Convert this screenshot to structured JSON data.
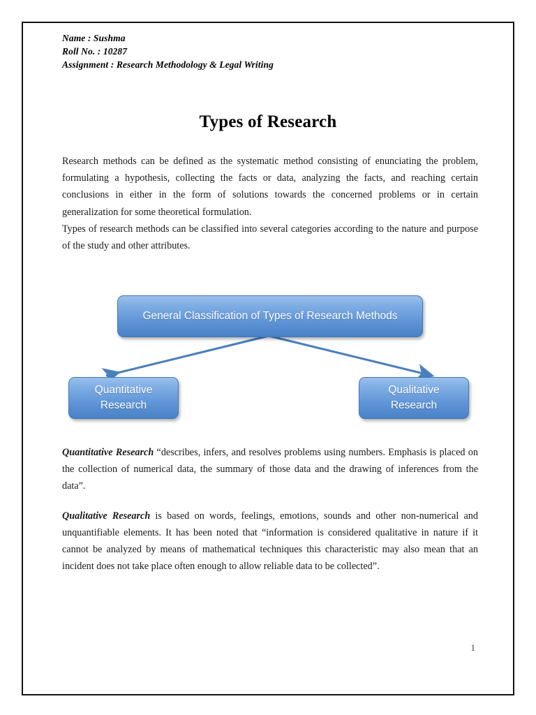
{
  "document": {
    "page_border_color": "#111111",
    "page_number": "1",
    "header": {
      "lines": [
        "Name : Sushma",
        "Roll No. : 10287",
        "Assignment : Research Methodology & Legal Writing"
      ]
    },
    "title": "Types of Research",
    "paragraphs": {
      "intro_1": "Research methods can be defined as the systematic method consisting of enunciating the problem, formulating a hypothesis, collecting the facts or data, analyzing the facts, and reaching certain conclusions in either in the form of solutions towards the concerned problems or in certain generalization for some theoretical formulation.",
      "intro_2": "Types of research methods can be classified into several categories according to the nature and purpose of the study and other attributes.",
      "quantitative_label": "Quantitative Research",
      "quantitative_text": " “describes, infers, and resolves problems using numbers. Emphasis is placed on the collection of numerical data, the summary of those data and the drawing of inferences from the data”.",
      "qualitative_label": "Qualitative Research",
      "qualitative_text": " is based on words, feelings, emotions, sounds and other non-numerical and unquantifiable elements. It has been noted that “information is considered qualitative in nature if it cannot be analyzed by means of mathematical techniques this characteristic may also mean that an incident does not take place often enough to allow reliable data to be collected”."
    },
    "diagram": {
      "type": "tree",
      "accent_color_light": "#9bc0ec",
      "accent_color_dark": "#4a82c6",
      "arrow_color": "#4a7fbd",
      "root": {
        "label": "General Classification of Types of Research Methods"
      },
      "children": [
        {
          "label": "Quantitative\nResearch",
          "line1": "Quantitative",
          "line2": "Research"
        },
        {
          "label": "Qualitative\nResearch",
          "line1": "Qualitative",
          "line2": "Research"
        }
      ]
    }
  }
}
